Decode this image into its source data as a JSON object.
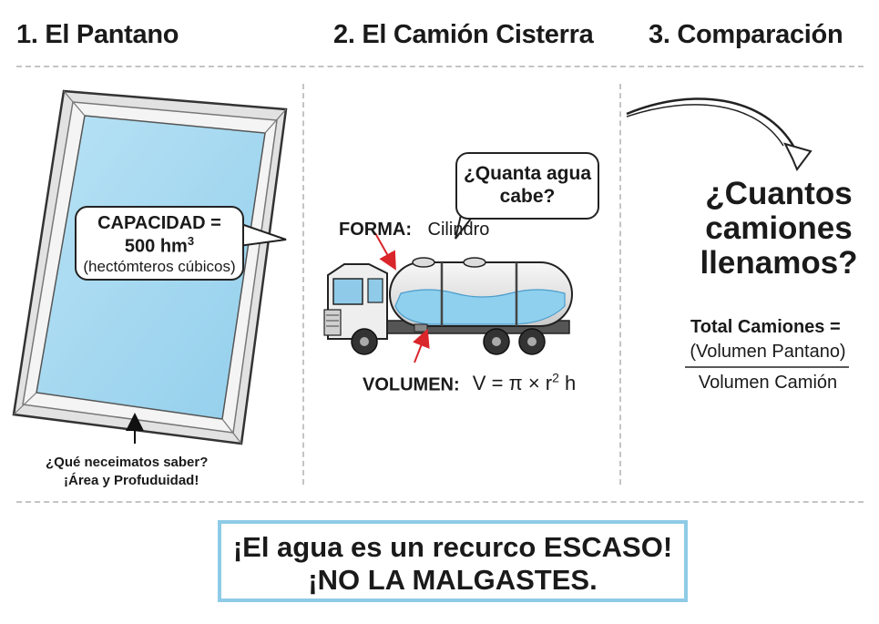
{
  "columns": {
    "pantano_title": "1. El Pantano",
    "camion_title": "2. El Camión Cisterra",
    "comparacion_title": "3. Comparación"
  },
  "pantano": {
    "capacity_line1": "CAPACIDAD =",
    "capacity_value": "500 hm",
    "capacity_exponent": "3",
    "capacity_unit": "(hectómteros cúbicos)",
    "question_line1": "¿Qué neceimatos saber?",
    "question_line2": "¡Área y Profuduidad!"
  },
  "camion": {
    "bubble_line1": "¿Quanta agua",
    "bubble_line2": "cabe?",
    "forma_label": "FORMA:",
    "forma_value": "Cilindro",
    "volumen_label": "VOLUMEN:",
    "formula_prefix": "V = π × r",
    "formula_exponent": "2",
    "formula_suffix": " h"
  },
  "comparacion": {
    "question_line1": "¿Cuantos",
    "question_line2": "camiones",
    "question_line3": "llenamos?",
    "total_label": "Total Camiones =",
    "numerator": "(Volumen Pantano)",
    "denominator": "Volumen Camión"
  },
  "banner": {
    "line1": "¡El agua es un recurco ESCASO!",
    "line2": "¡NO LA MALGASTES."
  },
  "colors": {
    "water": "#a6d8f0",
    "water_dark": "#7cc2e6",
    "frame": "#d9d9d9",
    "banner_border": "#8ecbe6",
    "arrow_red": "#d9262b"
  }
}
